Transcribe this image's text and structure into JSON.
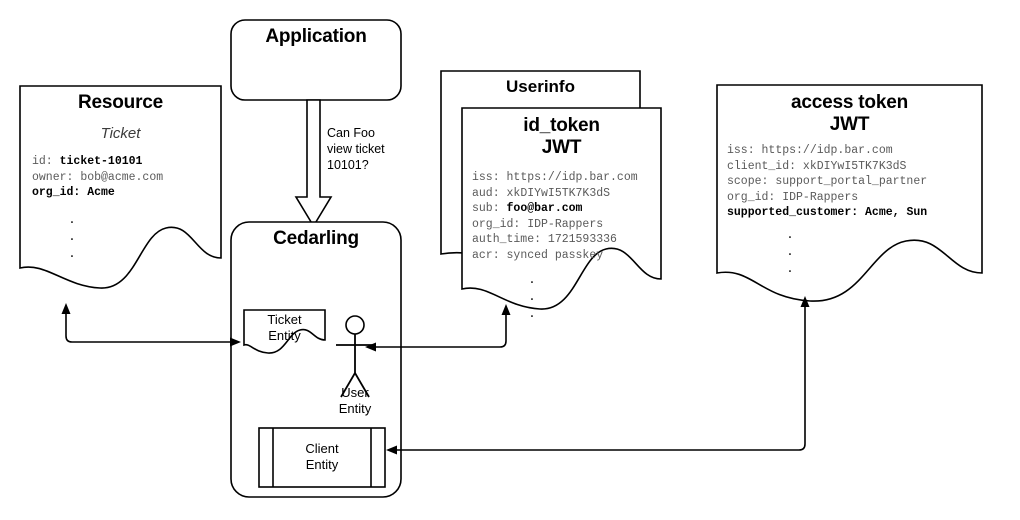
{
  "diagram": {
    "title": "Cedarling authorization flow",
    "colors": {
      "stroke": "#000000",
      "fill": "#ffffff",
      "mono_text": "#5a5a5a",
      "bold_text": "#000000"
    }
  },
  "application": {
    "label": "Application"
  },
  "cedarling": {
    "label": "Cedarling",
    "entities": {
      "ticket": "Ticket\nEntity",
      "user": "User\nEntity",
      "client": "Client\nEntity"
    }
  },
  "request_arrow": {
    "label": "Can Foo\nview ticket\n10101?"
  },
  "resource": {
    "title": "Resource",
    "subtitle": "Ticket",
    "rows": [
      {
        "key": "id: ",
        "value": "ticket-10101",
        "bold_key": false,
        "bold_value": true
      },
      {
        "key": "owner: ",
        "value": "bob@acme.com",
        "bold_key": false,
        "bold_value": false
      },
      {
        "key": "org_id: ",
        "value": "Acme",
        "bold_key": true,
        "bold_value": true
      }
    ],
    "ellipsis": ".\n.\n."
  },
  "userinfo": {
    "title": "Userinfo"
  },
  "id_token": {
    "title": "id_token\nJWT",
    "rows": [
      {
        "key": "iss: ",
        "value": "https://idp.bar.com",
        "bold_key": false,
        "bold_value": false
      },
      {
        "key": "aud: ",
        "value": "xkDIYwI5TK7K3dS",
        "bold_key": false,
        "bold_value": false
      },
      {
        "key": "sub: ",
        "value": "foo@bar.com",
        "bold_key": false,
        "bold_value": true
      },
      {
        "key": "org_id: ",
        "value": "IDP-Rappers",
        "bold_key": false,
        "bold_value": false
      },
      {
        "key": "auth_time: ",
        "value": "1721593336",
        "bold_key": false,
        "bold_value": false
      },
      {
        "key": "acr: ",
        "value": "synced passkey",
        "bold_key": false,
        "bold_value": false
      }
    ],
    "ellipsis": ".\n.\n."
  },
  "access_token": {
    "title": "access token\nJWT",
    "rows": [
      {
        "key": "iss: ",
        "value": "https://idp.bar.com",
        "bold_key": false,
        "bold_value": false
      },
      {
        "key": "client_id: ",
        "value": "xkDIYwI5TK7K3dS",
        "bold_key": false,
        "bold_value": false
      },
      {
        "key": "scope: ",
        "value": "support_portal_partner",
        "bold_key": false,
        "bold_value": false
      },
      {
        "key": "org_id: ",
        "value": "IDP-Rappers",
        "bold_key": false,
        "bold_value": false
      },
      {
        "key": "supported_customer: ",
        "value": "Acme, Sun",
        "bold_key": true,
        "bold_value": true
      }
    ],
    "ellipsis": ".\n.\n."
  },
  "connectors": [
    {
      "name": "resource-to-ticket-entity",
      "from": "Resource",
      "to": "Ticket Entity",
      "bidirectional": true
    },
    {
      "name": "id-token-to-user-entity",
      "from": "id_token JWT",
      "to": "User Entity",
      "bidirectional": true
    },
    {
      "name": "access-token-to-client-entity",
      "from": "access token JWT",
      "to": "Client Entity",
      "bidirectional": true
    },
    {
      "name": "application-to-cedarling",
      "from": "Application",
      "to": "Cedarling",
      "bidirectional": false
    }
  ]
}
